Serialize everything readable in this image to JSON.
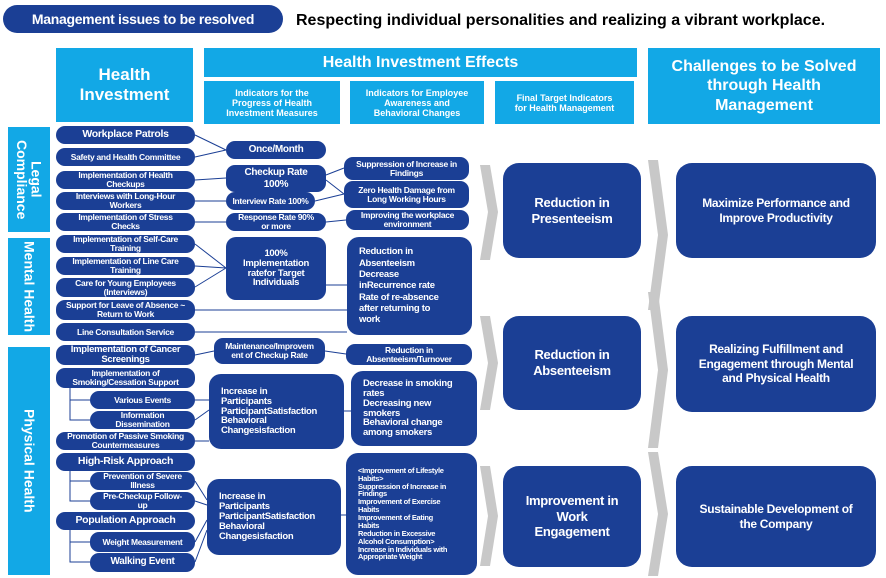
{
  "title_badge": "Management issues to be resolved",
  "tagline": "Respecting individual personalities and realizing a vibrant workplace.",
  "headers": {
    "investment": "Health\nInvestment",
    "effects": "Health Investment Effects",
    "progress": "Indicators for the\nProgress of Health\nInvestment Measures",
    "awareness": "Indicators for Employee\nAwareness and\nBehavioral Changes",
    "final": "Final Target Indicators\nfor Health Management",
    "challenges": "Challenges to be Solved\nthrough Health\nManagement"
  },
  "categories": {
    "legal": "Legal\nCompliance",
    "mental": "Mental Health",
    "physical": "Physical Health"
  },
  "investments": [
    "Workplace Patrols",
    "Safety and Health Committee",
    "Implementation of Health\nCheckups",
    "Interviews with Long-Hour\nWorkers",
    "Implementation of Stress\nChecks",
    "Implementation of Self-Care\nTraining",
    "Implementation of Line Care\nTraining",
    "Care for Young Employees\n(Interviews)",
    "Support for Leave of Absence ~\nReturn to Work",
    "Line Consultation Service",
    "Implementation of Cancer\nScreenings",
    "Implementation of\nSmoking/Cessation Support",
    "Various Events",
    "Information\nDissemination",
    "Promotion of Passive Smoking\nCountermeasures",
    "High-Risk Approach",
    "Prevention of Severe\nIllness",
    "Pre-Checkup Follow-\nup",
    "Population Approach",
    "Weight Measurement",
    "Walking Event"
  ],
  "progress": [
    "Once/Month",
    "Checkup Rate\n100%",
    "Interview Rate 100%",
    "Response Rate 90%\nor more",
    "100%\nImplementation\nratefor Target\nIndividuals",
    "Maintenance/Improvem\nent of Checkup Rate",
    "Increase in\nParticipants\nParticipantSatisfaction\nBehavioral\nChangesisfaction",
    "Increase in\nParticipants\nParticipantSatisfaction\nBehavioral\nChangesisfaction"
  ],
  "awareness": [
    "Suppression of Increase in\nFindings",
    "Zero Health Damage from\nLong Working Hours",
    "Improving the workplace\nenvironment",
    "Reduction in\nAbsenteeism\nDecrease\ninRecurrence rate\nRate of re-absence\nafter returning to\nwork",
    "Reduction in\nAbsenteeism/Turnover",
    "Decrease in smoking\nrates\nDecreasing new\nsmokers\nBehavioral change\namong smokers",
    "<Improvement of Lifestyle\nHabits>\nSuppression of Increase in\nFindings\nImprovement of Exercise\nHabits\nImprovement of Eating\nHabits\nReduction in Excessive\nAlcohol Consumption>\nIncrease in Individuals with\nAppropriate Weight"
  ],
  "final_targets": [
    "Reduction in\nPresenteeism",
    "Reduction in\nAbsenteeism",
    "Improvement in\nWork\nEngagement"
  ],
  "challenges": [
    "Maximize Performance and\nImprove Productivity",
    "Realizing Fulfillment and\nEngagement through Mental\nand Physical Health",
    "Sustainable Development of\nthe Company"
  ]
}
